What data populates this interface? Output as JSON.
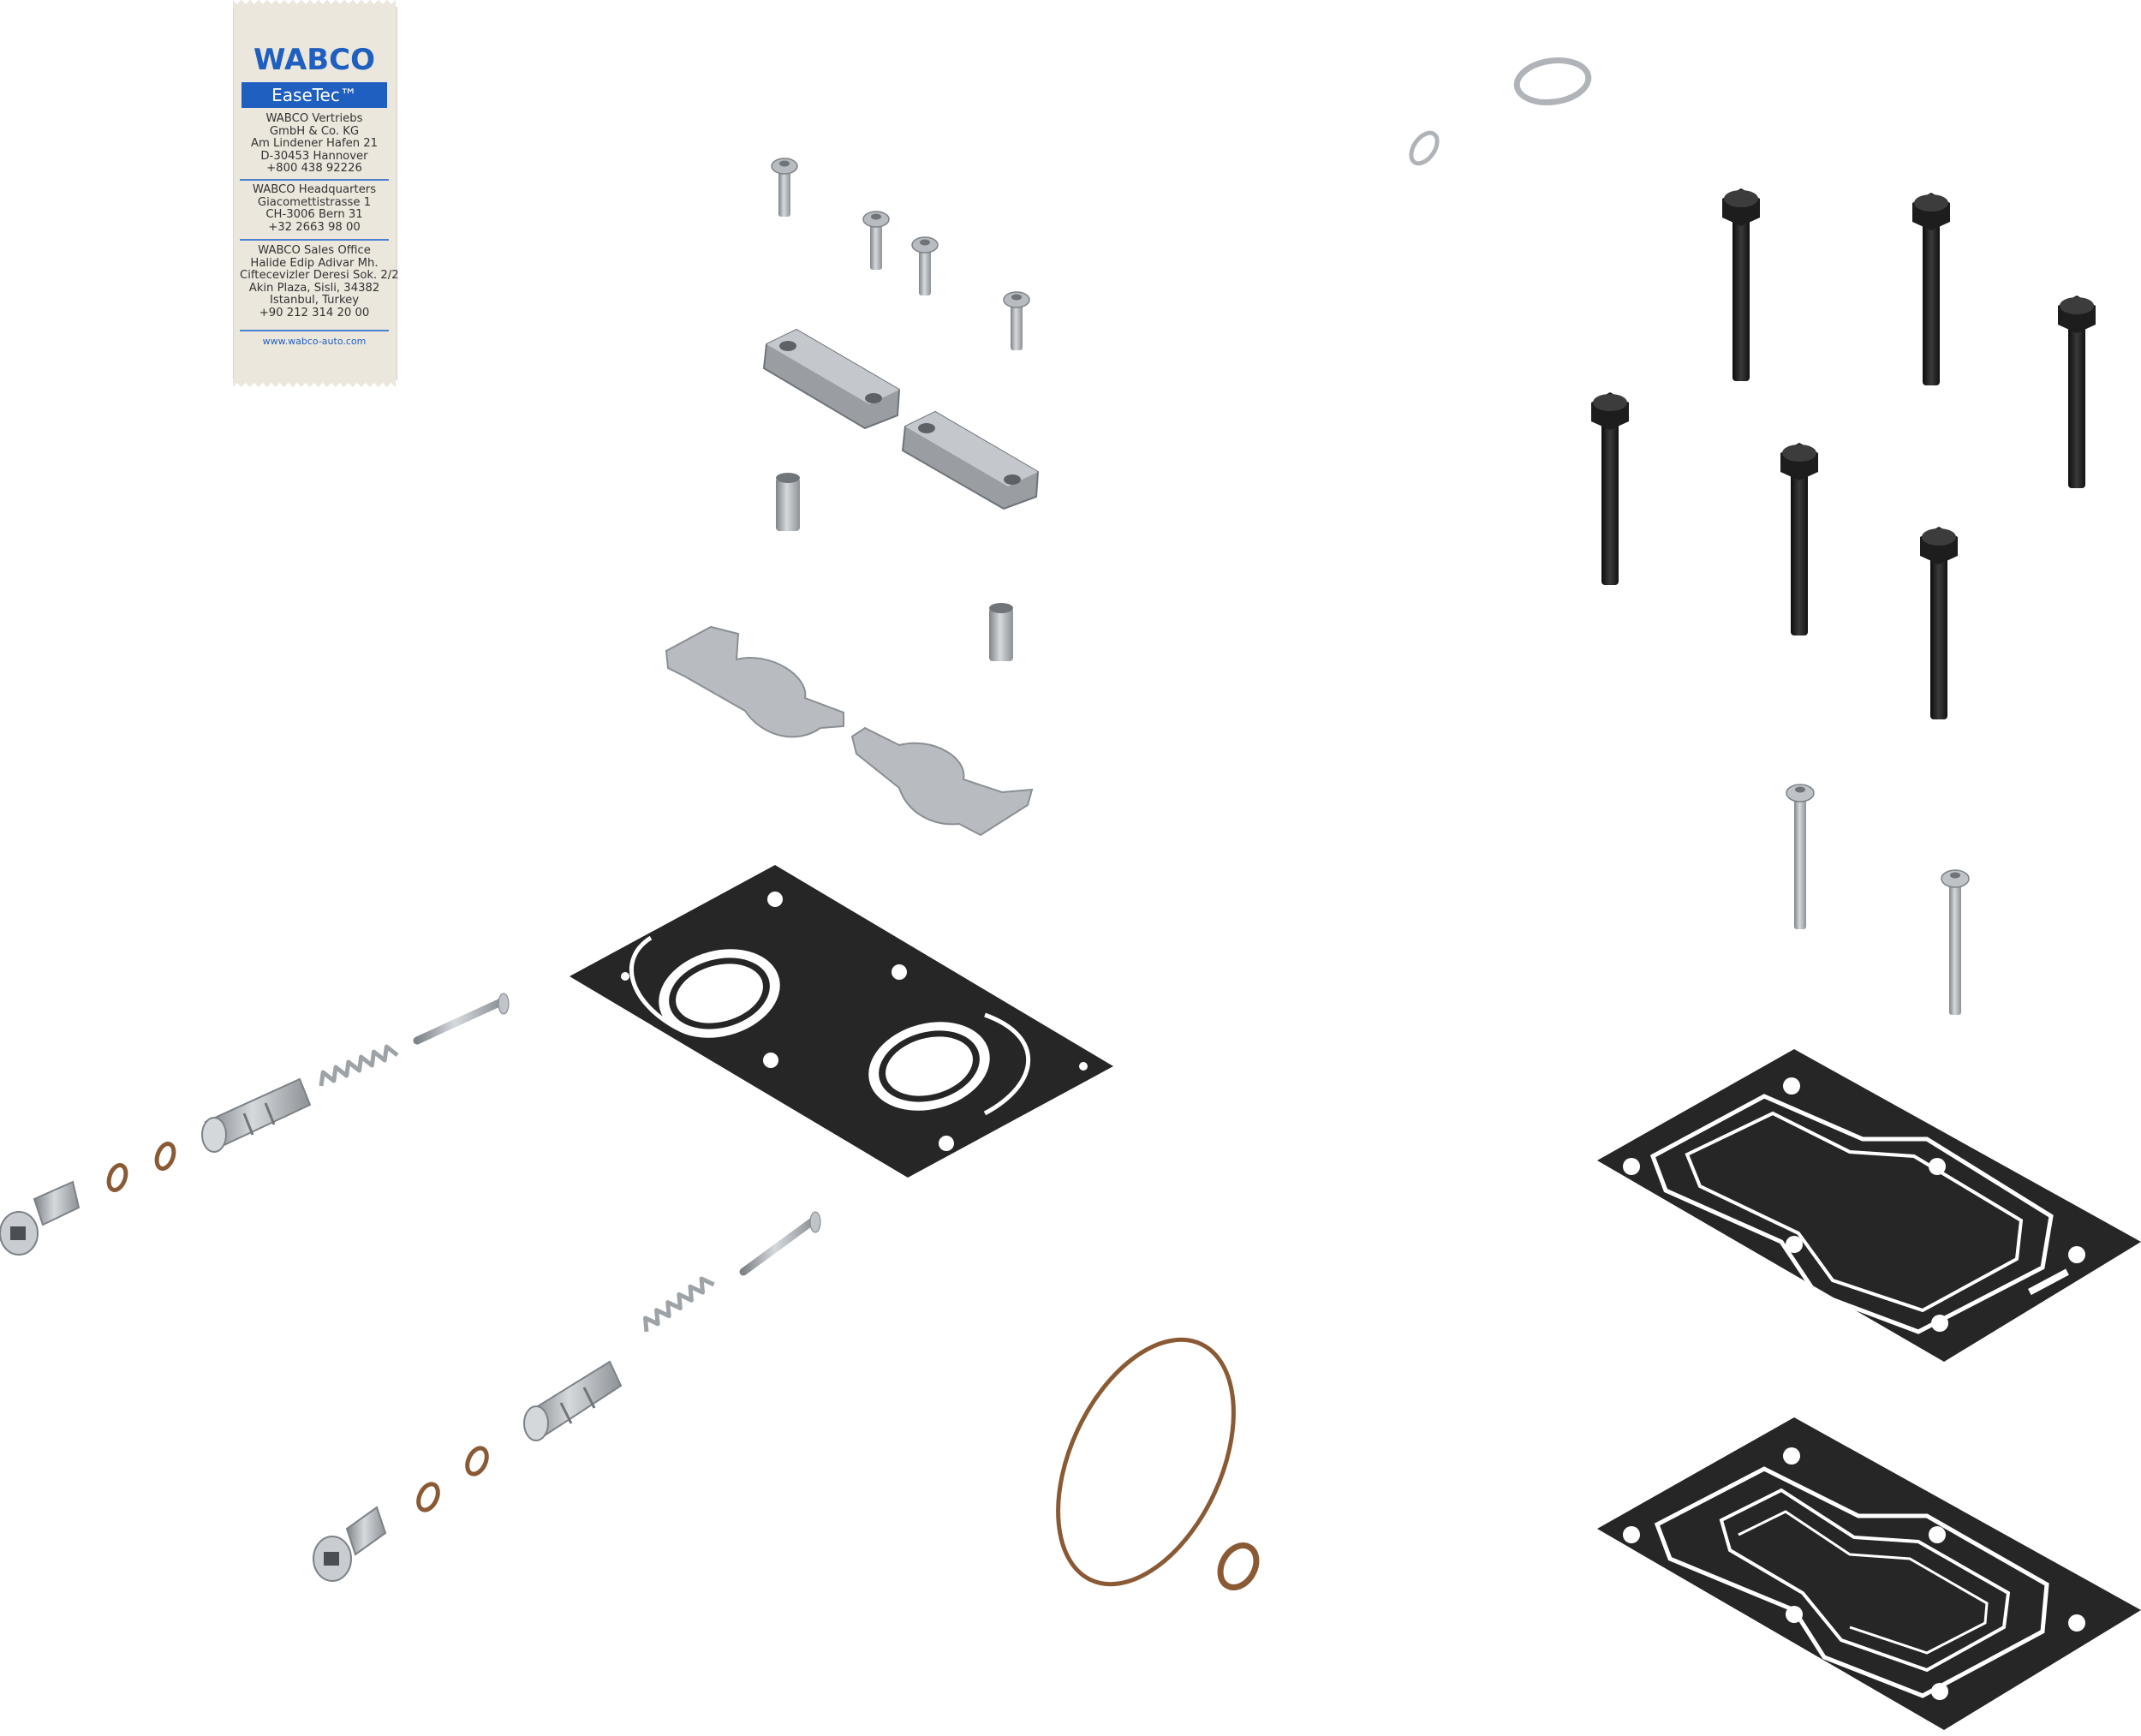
{
  "sachet": {
    "brand": "WABCO",
    "product": "EaseTec™",
    "vertriebs": [
      "WABCO Vertriebs",
      "GmbH & Co. KG",
      "Am Lindener Hafen 21",
      "D-30453 Hannover",
      "+800 438 92226"
    ],
    "headquarters": [
      "WABCO Headquarters",
      "Giacomettistrasse 1",
      "CH-3006 Bern 31",
      "+32 2663 98 00"
    ],
    "sales_office": [
      "WABCO Sales Office",
      "Halide Edip Adivar Mh.",
      "Ciftecevizler Deresi Sok. 2/2",
      "Akin Plaza, Sisli, 34382",
      "Istanbul, Turkey",
      "+90 212 314 20 00"
    ],
    "website": "www.wabco-auto.com"
  },
  "colors": {
    "brand_blue": "#1f5fbf",
    "gasket_black": "#262626",
    "bolt_black": "#1a1a1a",
    "metal": "#a9adb1",
    "oring_copper": "#8a5a35"
  }
}
